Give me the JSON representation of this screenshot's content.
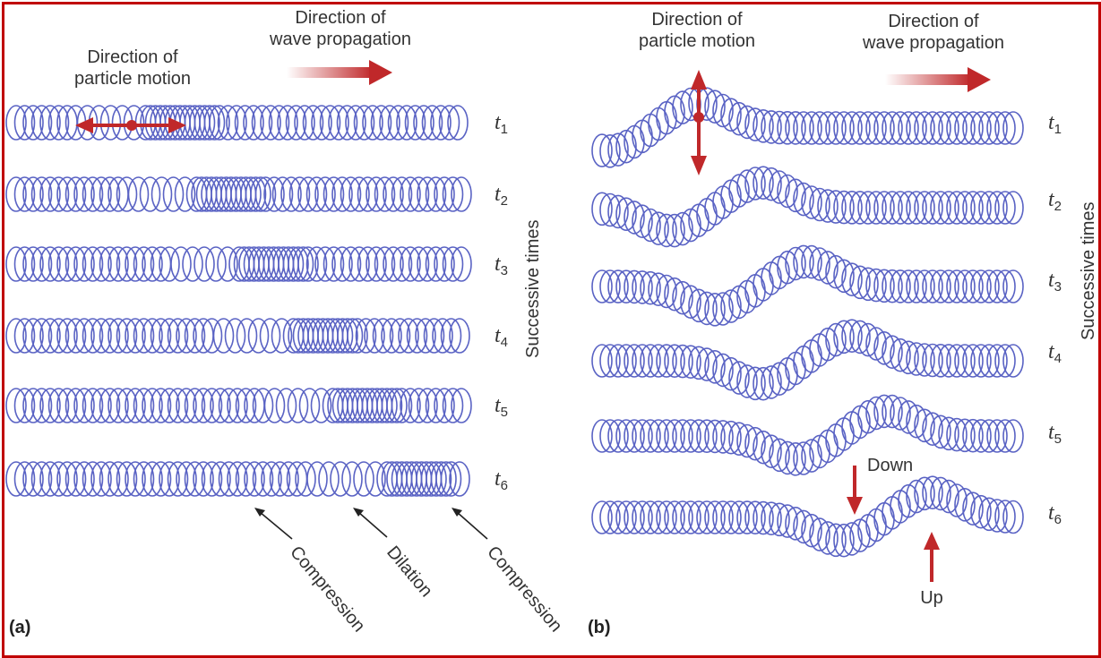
{
  "colors": {
    "spring": "#5a63c4",
    "arrow": "#c0282a",
    "frame": "#c00000",
    "text": "#333333"
  },
  "panel_a": {
    "id": "(a)",
    "particle_label": "Direction of\nparticle motion",
    "propagation_label": "Direction of\nwave propagation",
    "times": [
      {
        "t": "t",
        "n": "1"
      },
      {
        "t": "t",
        "n": "2"
      },
      {
        "t": "t",
        "n": "3"
      },
      {
        "t": "t",
        "n": "4"
      },
      {
        "t": "t",
        "n": "5"
      },
      {
        "t": "t",
        "n": "6"
      }
    ],
    "axis_label": "Successive times",
    "annotations": [
      "Compression",
      "Dilation",
      "Compression"
    ]
  },
  "panel_b": {
    "id": "(b)",
    "particle_label": "Direction of\nparticle motion",
    "propagation_label": "Direction of\nwave propagation",
    "times": [
      {
        "t": "t",
        "n": "1"
      },
      {
        "t": "t",
        "n": "2"
      },
      {
        "t": "t",
        "n": "3"
      },
      {
        "t": "t",
        "n": "4"
      },
      {
        "t": "t",
        "n": "5"
      },
      {
        "t": "t",
        "n": "6"
      }
    ],
    "axis_label": "Successive times",
    "down_label": "Down",
    "up_label": "Up"
  }
}
